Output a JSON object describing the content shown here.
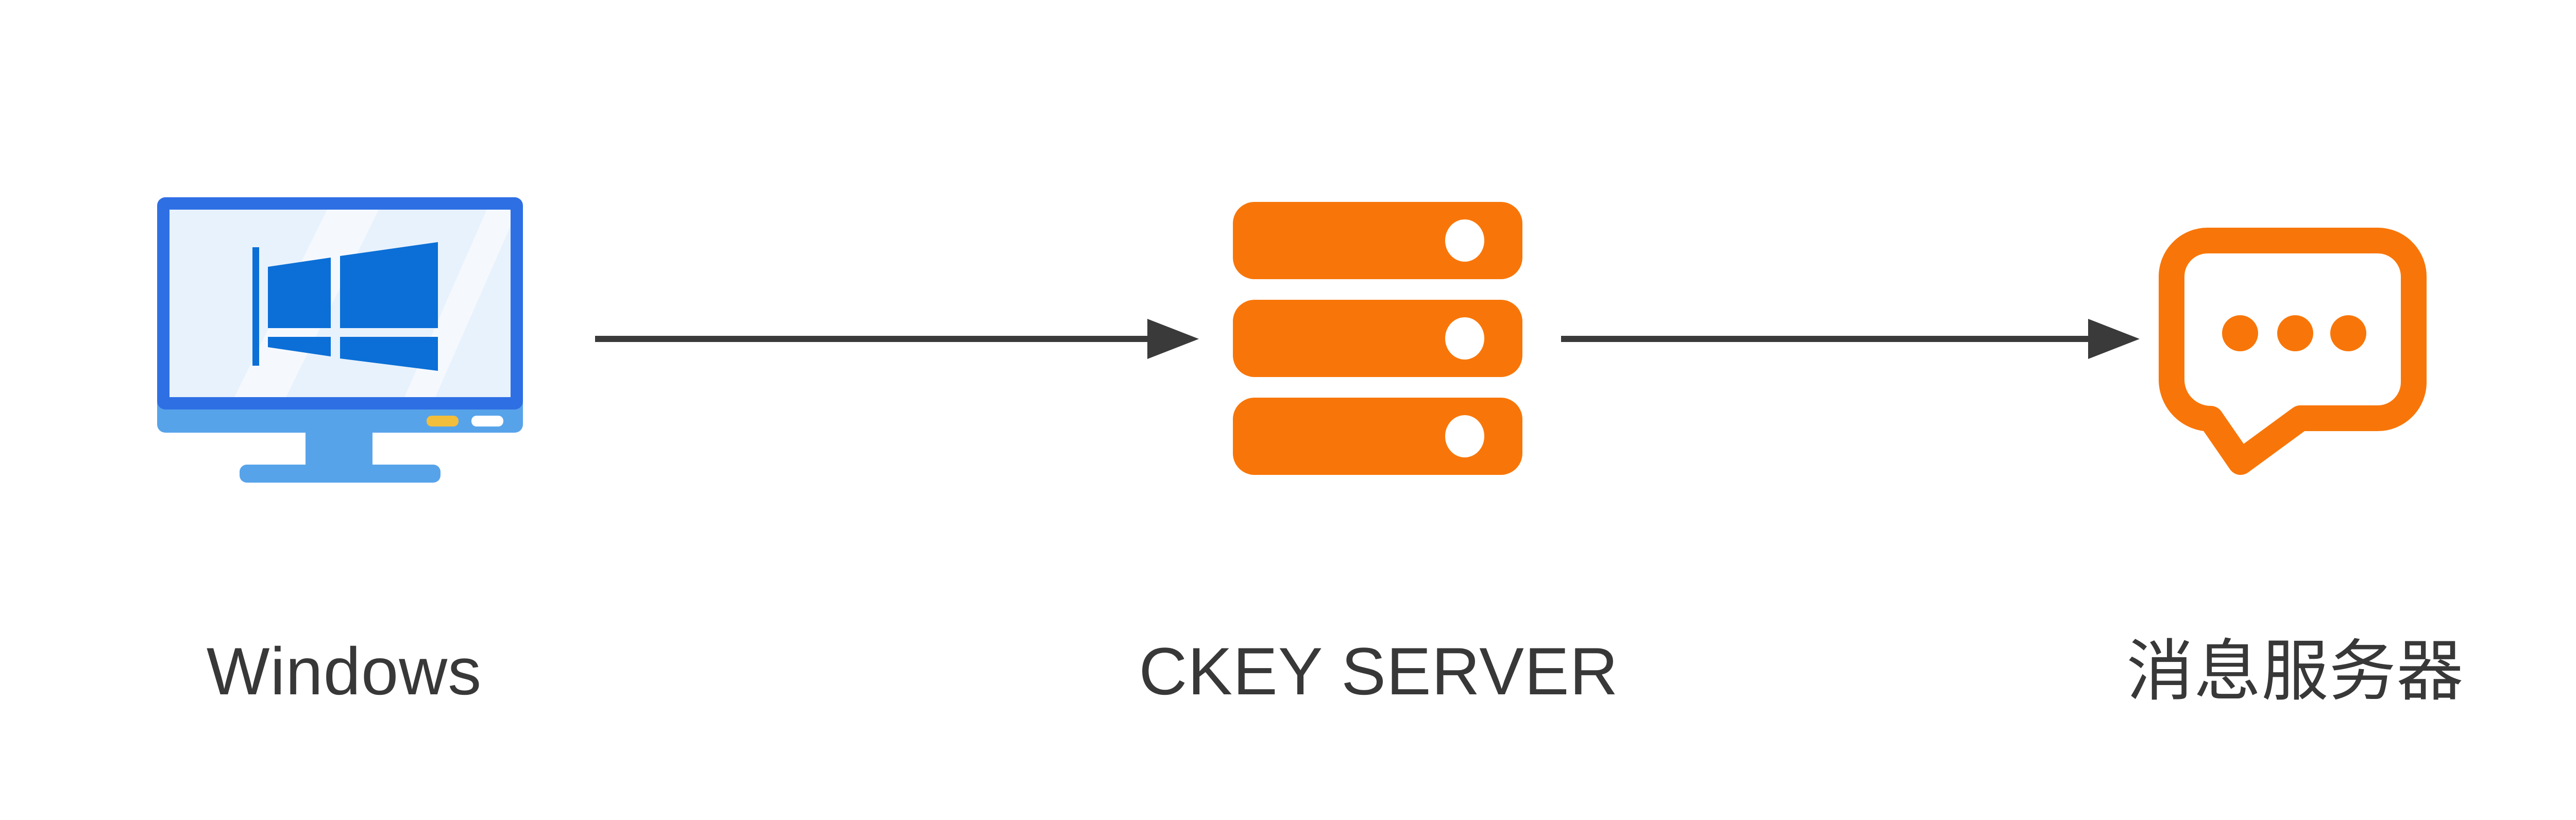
{
  "diagram": {
    "title": "Windows to CKEY SERVER to Message Server flow",
    "background": "#ffffff",
    "nodes": [
      {
        "id": "windows",
        "label": "Windows",
        "icon": "windows-desktop-icon"
      },
      {
        "id": "ckey-server",
        "label": "CKEY SERVER",
        "icon": "server-rack-icon"
      },
      {
        "id": "message-server",
        "label": "消息服务器",
        "icon": "chat-bubble-icon"
      }
    ],
    "edges": [
      {
        "from": "windows",
        "to": "ckey-server",
        "style": "solid-arrow-right"
      },
      {
        "from": "ckey-server",
        "to": "message-server",
        "style": "solid-arrow-right"
      }
    ],
    "colors": {
      "arrow": "#3a3a3a",
      "label_text": "#383838",
      "server_orange": "#f87609",
      "bubble_orange": "#f87609",
      "monitor_frame_blue": "#2e6fe4",
      "monitor_body_blue": "#57a3ea",
      "monitor_screen": "#e8f2fc",
      "windows_logo_blue": "#0b6fd7",
      "power_button_yellow": "#f3be3b"
    }
  }
}
